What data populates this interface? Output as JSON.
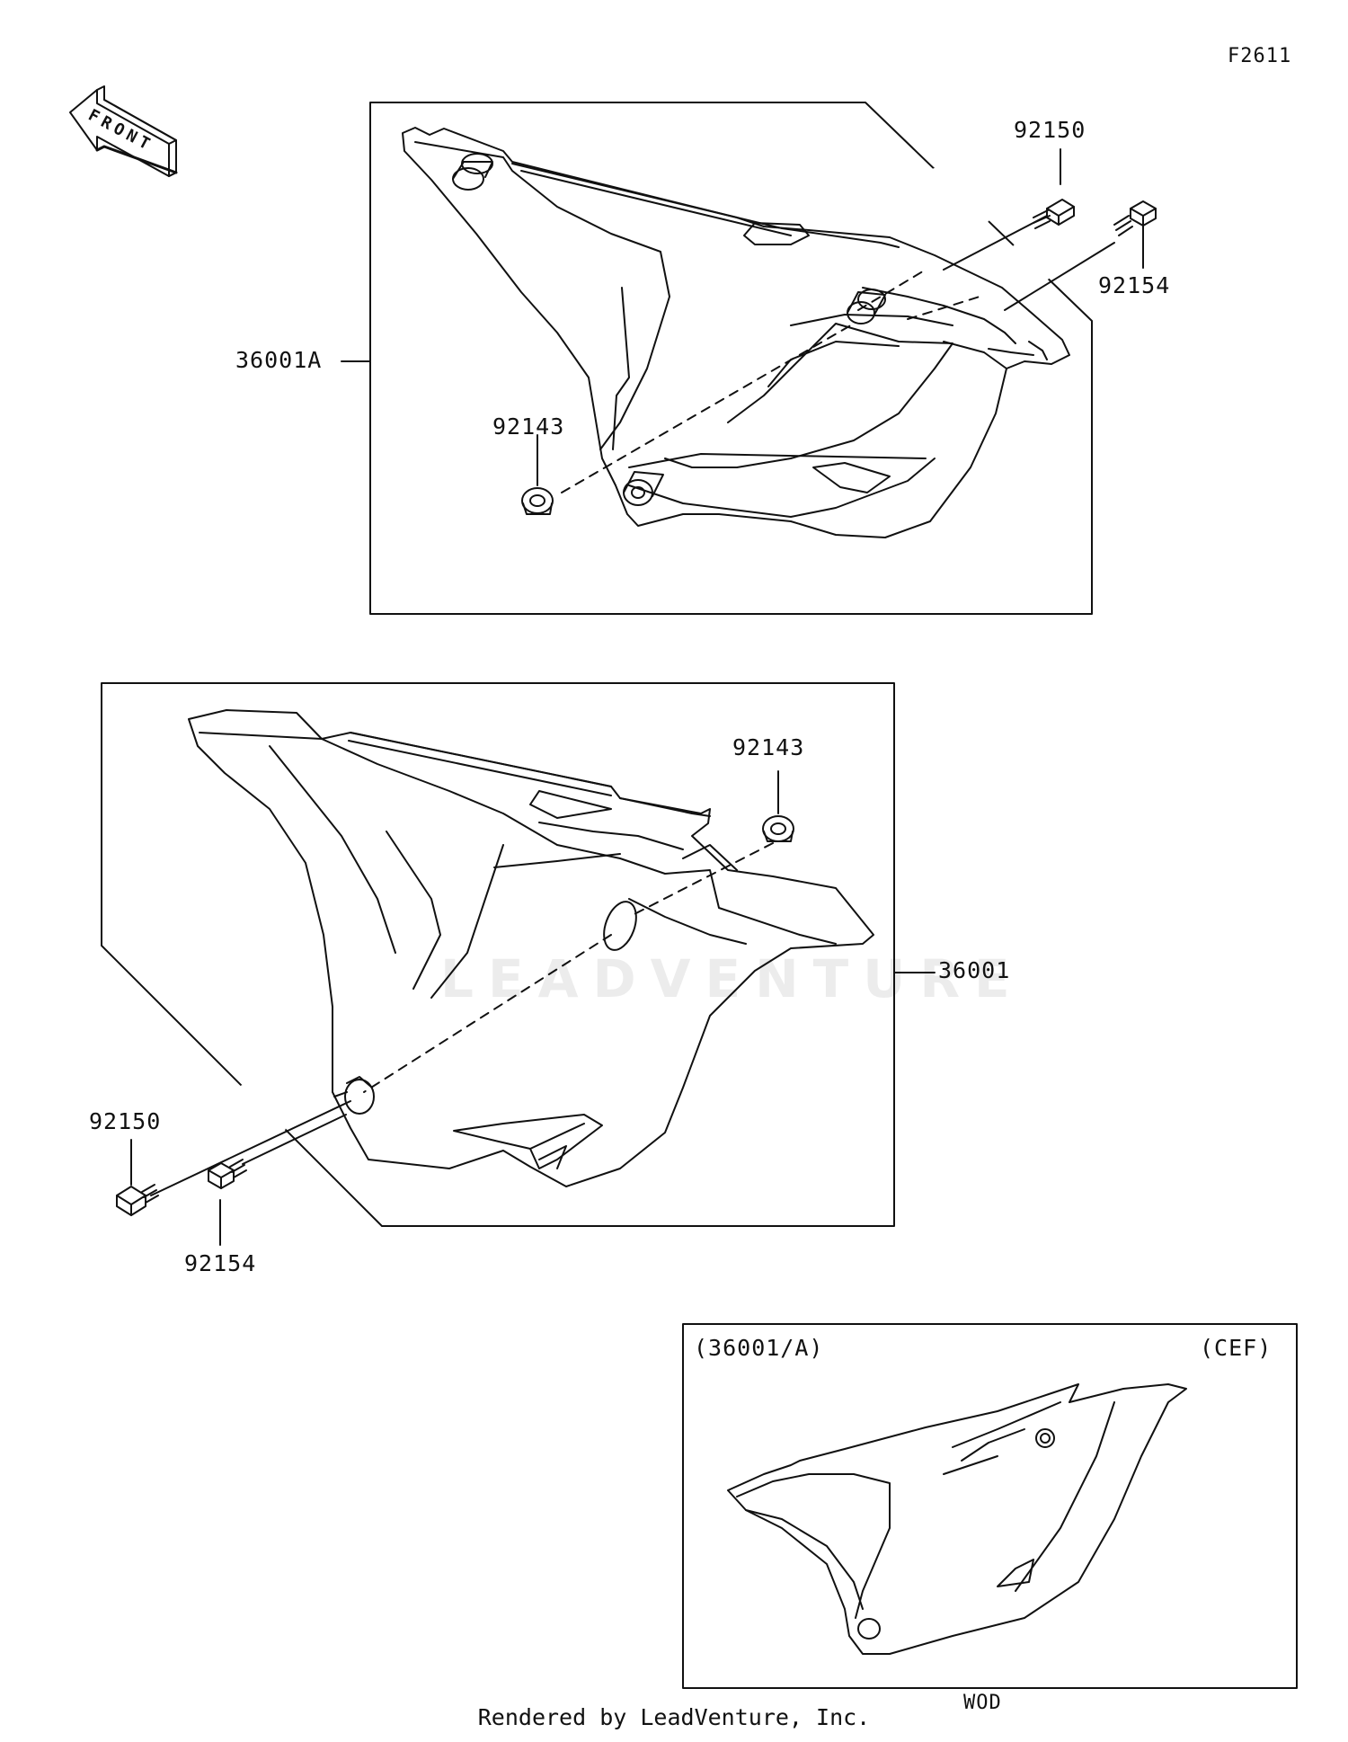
{
  "figure_code": "F2611",
  "front_label": "FRONT",
  "watermark": "LEADVENTURE",
  "footer": "Rendered by LeadVenture, Inc.",
  "panel_top": {
    "parts": {
      "cover": "36001A",
      "collar": "92143",
      "bolt_a": "92150",
      "bolt_b": "92154"
    }
  },
  "panel_middle": {
    "parts": {
      "cover": "36001",
      "collar": "92143",
      "bolt_a": "92150",
      "bolt_b": "92154"
    }
  },
  "panel_inset": {
    "ref_label": "(36001/A)",
    "market_label": "(CEF)",
    "note": "WOD"
  }
}
